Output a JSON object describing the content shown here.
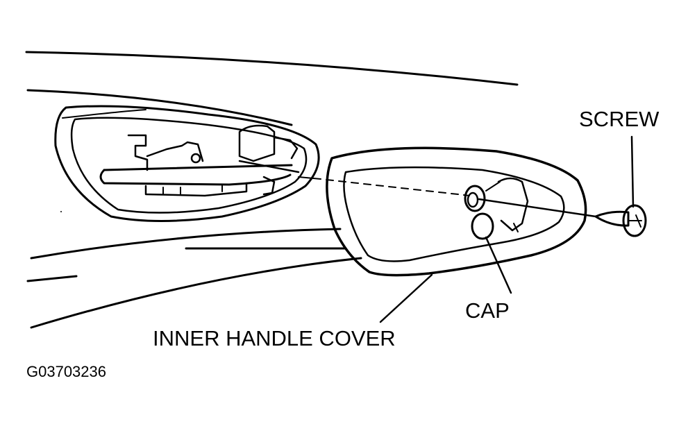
{
  "labels": {
    "screw": "SCREW",
    "cap": "CAP",
    "inner_handle_cover": "INNER HANDLE COVER",
    "figure_code": "G03703236"
  },
  "colors": {
    "ink": "#000000",
    "paper": "#ffffff"
  }
}
